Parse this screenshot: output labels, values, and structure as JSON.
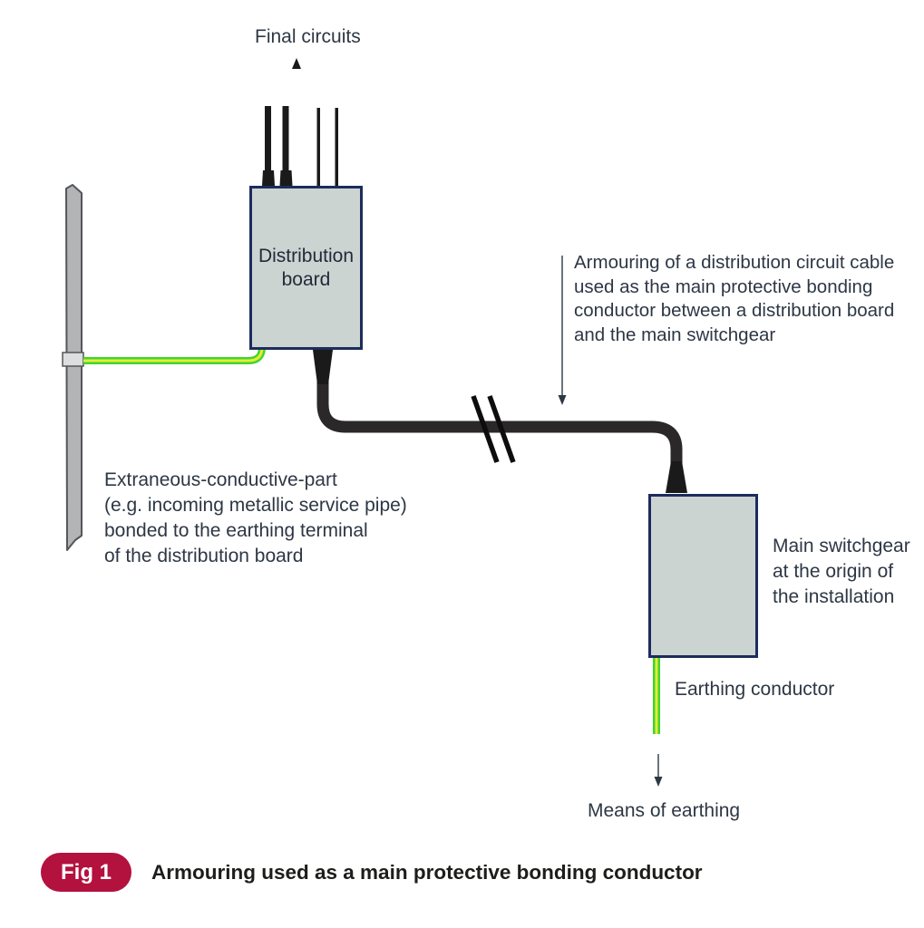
{
  "diagram": {
    "final_circuits_label": "Final circuits",
    "distribution_board": {
      "lines": [
        "Distribution",
        "board"
      ]
    },
    "armouring_note": {
      "lines": [
        "Armouring of a distribution circuit cable",
        "used as the main protective bonding",
        "conductor between a distribution board",
        "and the main switchgear"
      ]
    },
    "extraneous_note": {
      "lines": [
        "Extraneous-conductive-part",
        "(e.g. incoming metallic service pipe)",
        "bonded to the earthing terminal",
        "of the distribution board"
      ]
    },
    "main_switchgear_note": {
      "lines": [
        "Main switchgear",
        "at the origin of",
        "the installation"
      ]
    },
    "earthing_conductor_label": "Earthing conductor",
    "means_of_earthing_label": "Means of earthing",
    "icons": {
      "final_circuits_arrow": "arrowhead-up",
      "armouring_pointer": "arrow-down",
      "means_of_earthing_arrow": "arrow-down",
      "cable_break_marks": "double-slash-break"
    },
    "colors": {
      "badge_red": "#b3113e",
      "box_fill": "#ccd4d2",
      "box_border": "#1c2c5c",
      "cable_black": "#2b2829",
      "wire_green": "#3fd62b",
      "wire_yellow": "#e6ea3c",
      "pipe_gray": "#b2b4b6",
      "text": "#2d3744"
    }
  },
  "caption": {
    "badge_label": "Fig 1",
    "text": "Armouring used as a main protective bonding conductor"
  }
}
